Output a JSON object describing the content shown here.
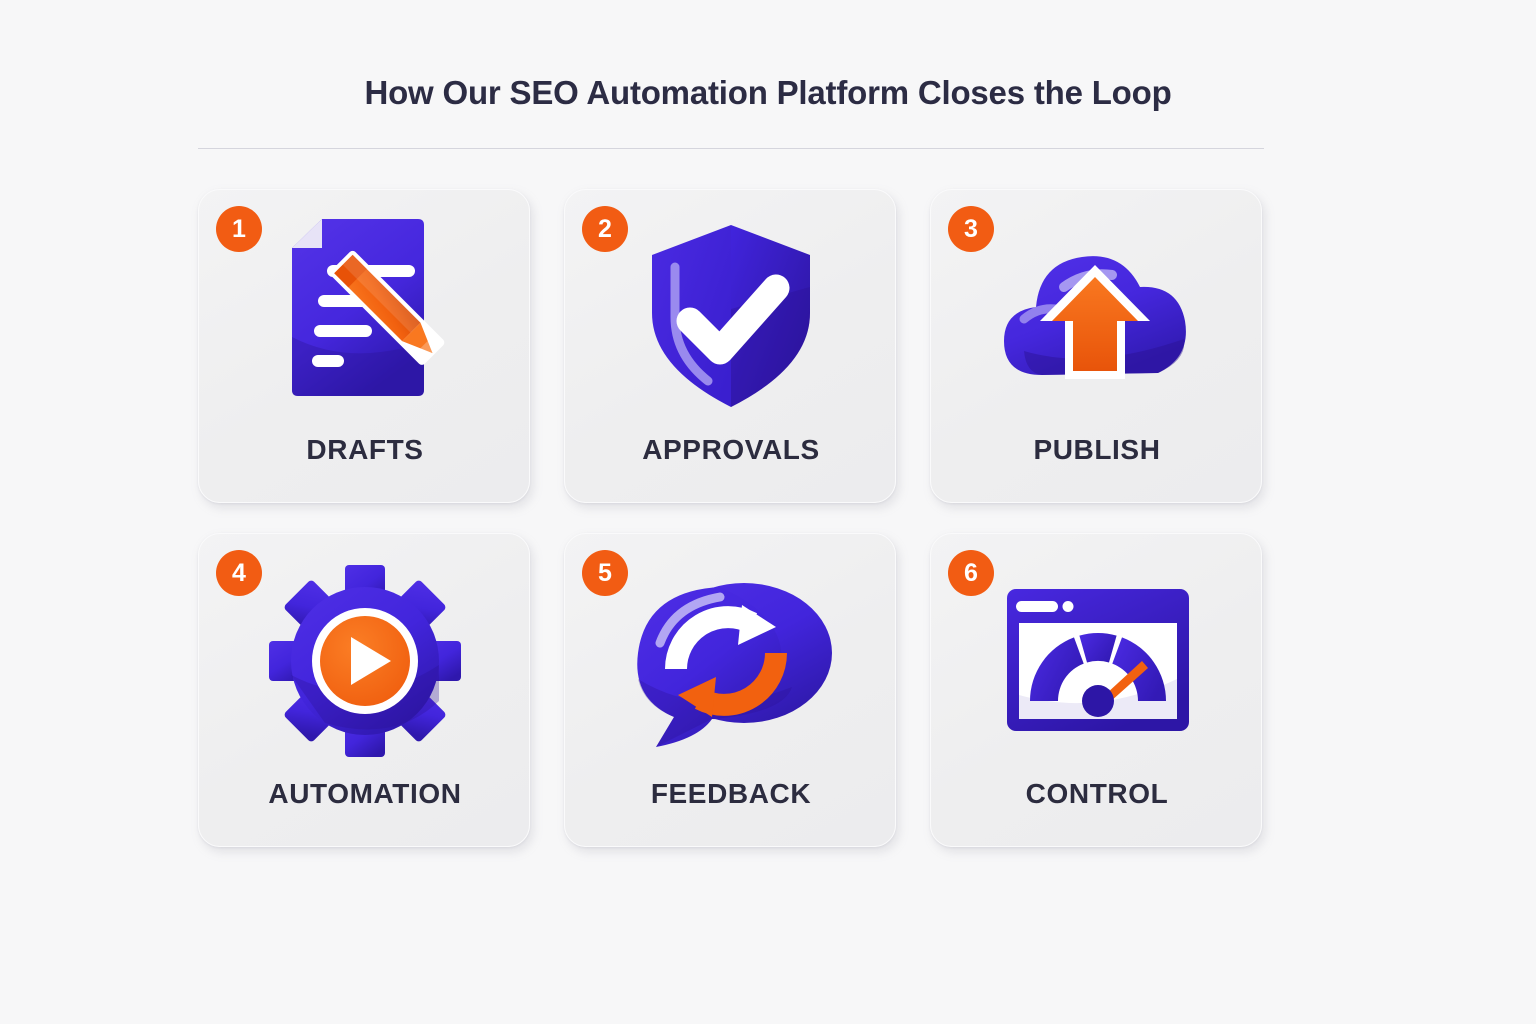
{
  "header": {
    "title": "How Our SEO Automation Platform Closes the Loop"
  },
  "colors": {
    "background": "#f7f7f8",
    "card_background": "#f0f0f1",
    "badge_orange": "#f25c13",
    "icon_purple": "#4628dc",
    "icon_purple_dark": "#2e17a8",
    "icon_orange": "#f2610f",
    "label_text": "#2c2c3f",
    "title_text": "#2c2c44",
    "divider": "#d5d5dd"
  },
  "steps": [
    {
      "number": "1",
      "label": "DRAFTS",
      "icon": "document-pencil-icon"
    },
    {
      "number": "2",
      "label": "APPROVALS",
      "icon": "shield-check-icon"
    },
    {
      "number": "3",
      "label": "PUBLISH",
      "icon": "cloud-upload-icon"
    },
    {
      "number": "4",
      "label": "AUTOMATION",
      "icon": "gear-play-icon"
    },
    {
      "number": "5",
      "label": "FEEDBACK",
      "icon": "speech-bubble-refresh-icon"
    },
    {
      "number": "6",
      "label": "CONTROL",
      "icon": "dashboard-gauge-icon"
    }
  ]
}
